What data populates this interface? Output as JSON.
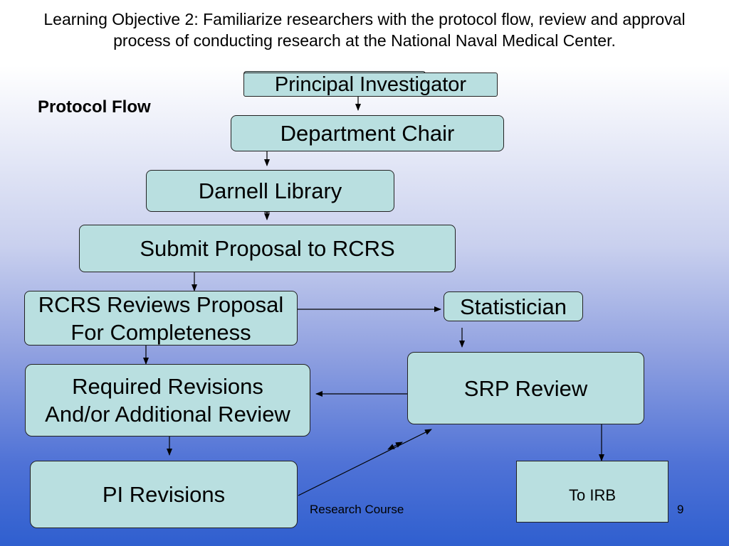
{
  "header": {
    "title": "Learning Objective 2: Familiarize researchers with the protocol flow, review and approval process of conducting research at the National Naval Medical Center.",
    "subtitle": "Protocol Flow"
  },
  "nodes": {
    "principal_investigator": "Principal Investigator",
    "department_chair": "Department Chair",
    "darnell_library": "Darnell Library",
    "submit_proposal": "Submit Proposal to RCRS",
    "rcrs_reviews": {
      "line1": "RCRS Reviews Proposal",
      "line2": "For Completeness"
    },
    "statistician": "Statistician",
    "required_revisions": {
      "line1": "Required Revisions",
      "line2": "And/or Additional Review"
    },
    "srp_review": "SRP Review",
    "pi_revisions": "PI Revisions",
    "to_irb": "To IRB"
  },
  "footer": {
    "course": "Research Course",
    "page_number": "9"
  },
  "colors": {
    "box_fill": "#b9dfe0",
    "border": "#222222",
    "background_top": "#ffffff",
    "background_bottom": "#2f5fcf"
  }
}
